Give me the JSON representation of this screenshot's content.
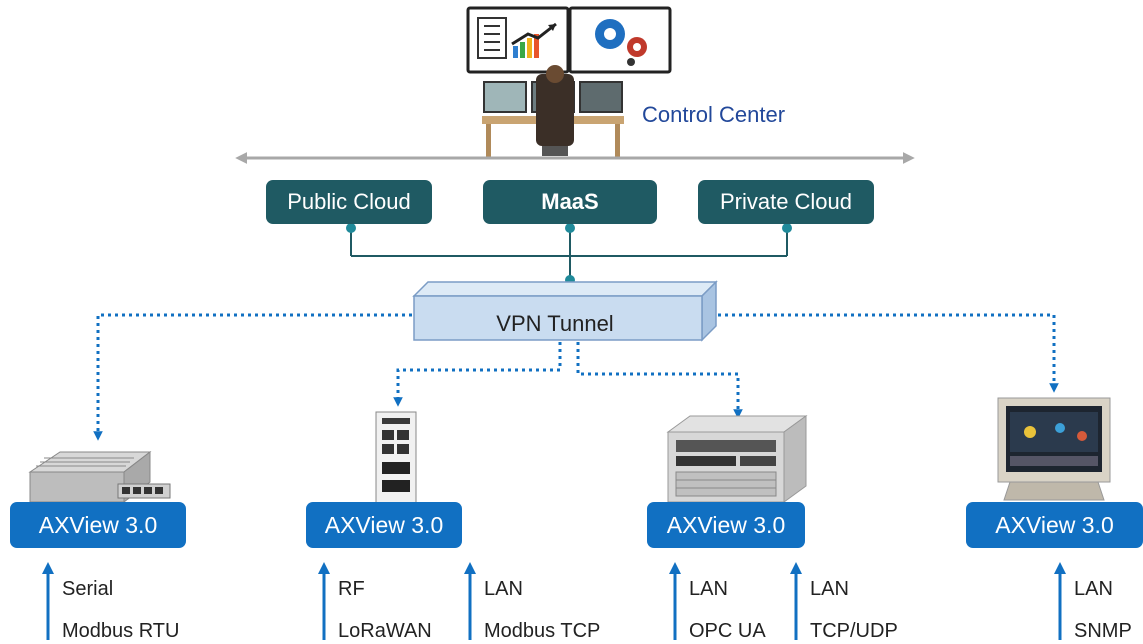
{
  "control_center": {
    "label": "Control Center",
    "screen_icons": [
      "checklist-chart-icon",
      "gears-icon"
    ]
  },
  "cloud": {
    "public_label": "Public Cloud",
    "maas_label": "MaaS",
    "private_label": "Private Cloud"
  },
  "vpn": {
    "label": "VPN Tunnel"
  },
  "devices": [
    {
      "name": "AXView 3.0",
      "protocols": [
        "Serial",
        "Modbus RTU"
      ]
    },
    {
      "name": "AXView 3.0",
      "protocols": [
        "RF",
        "LoRaWAN",
        "LAN",
        "Modbus TCP"
      ]
    },
    {
      "name": "AXView 3.0",
      "protocols": [
        "LAN",
        "OPC UA",
        "LAN",
        "TCP/UDP"
      ]
    },
    {
      "name": "AXView 3.0",
      "protocols": [
        "LAN",
        "SNMP"
      ]
    }
  ],
  "colors": {
    "teal": "#1f5a63",
    "blue": "#1170c2",
    "label_blue": "#22489a",
    "vpn_fill": "#c9dcf0",
    "backbone": "#a8a8a8"
  }
}
